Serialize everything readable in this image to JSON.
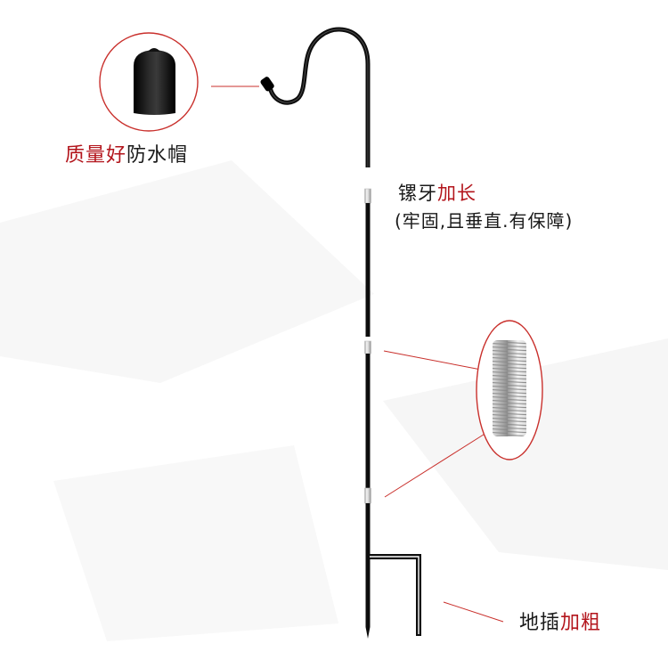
{
  "labels": {
    "cap": {
      "highlight": "质量好",
      "rest": "防水帽"
    },
    "thread": {
      "plain": "镙牙",
      "highlight": "加长",
      "note": "(牢固,且垂直.有保障)"
    },
    "stake": {
      "plain": "地插",
      "highlight": "加粗"
    }
  },
  "colors": {
    "accent": "#b3151c",
    "text": "#1a1a1a",
    "rod": "#0d0d0d",
    "callout": "#c9302c"
  }
}
